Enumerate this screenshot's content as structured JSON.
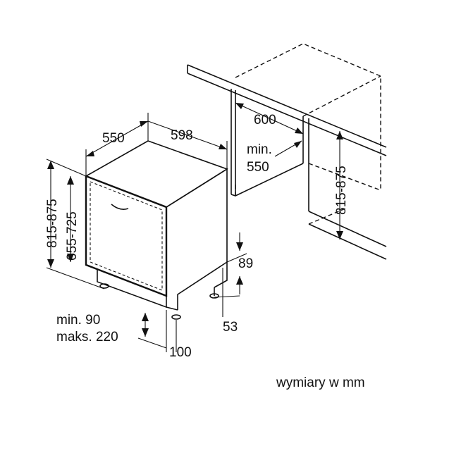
{
  "dimensions": {
    "depth_550": "550",
    "width_598": "598",
    "height_815_875": "815-875",
    "height_655_725": "655-725",
    "niche_width_600": "600",
    "niche_depth_min": "min.",
    "niche_depth_550": "550",
    "niche_height_815_875": "815-875",
    "plinth_89": "89",
    "plinth_53": "53",
    "adjust_min": "min. 90",
    "adjust_max": "maks. 220",
    "foot_100": "100"
  },
  "units_note": "wymiary w mm"
}
